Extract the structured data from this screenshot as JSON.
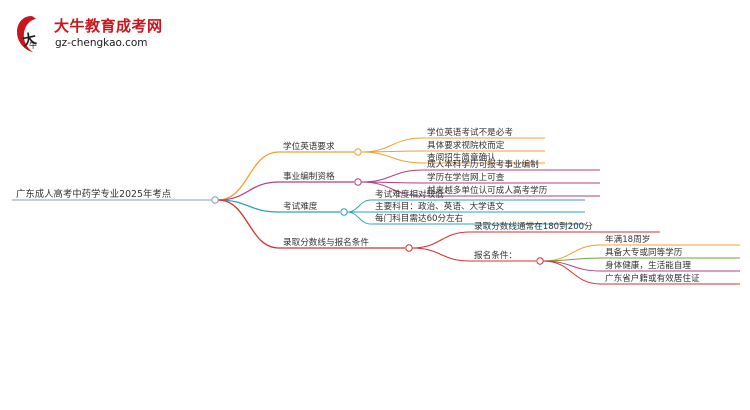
{
  "logo": {
    "title": "大牛教育成考网",
    "url": "gz-chengkao.com",
    "mark_glyph": "大牛"
  },
  "mindmap": {
    "root": "广东成人高考中药学专业2025年考点",
    "branches": [
      {
        "label": "学位英语要求",
        "color": "#f0a030",
        "children": [
          "学位英语考试不是必考",
          "具体要求视院校而定",
          "查阅招生简章确认"
        ]
      },
      {
        "label": "事业编制资格",
        "color": "#b04080",
        "children": [
          "成人本科学历可报考事业编制",
          "学历在学信网上可查",
          "越来越多单位认可成人高考学历"
        ]
      },
      {
        "label": "考试难度",
        "color": "#30a0c0",
        "children": [
          "考试难度相对较低",
          "主要科目：政治、英语、大学语文",
          "每门科目需达60分左右"
        ]
      },
      {
        "label": "录取分数线与报名条件",
        "color": "#d83030",
        "children": [
          {
            "label": "录取分数线通常在180到200分"
          },
          {
            "label": "报名条件：",
            "children": [
              "年满18周岁",
              "具备大专或同等学历",
              "身体健康，生活能自理",
              "广东省户籍或有效居住证"
            ]
          }
        ]
      }
    ]
  },
  "colors": {
    "root_connector": "#8899bb",
    "node_dot_fill": "#ffffff",
    "leaf_colors_branch4_level2": [
      "#f0a030",
      "#70a040",
      "#b04080",
      "#d83030"
    ]
  }
}
